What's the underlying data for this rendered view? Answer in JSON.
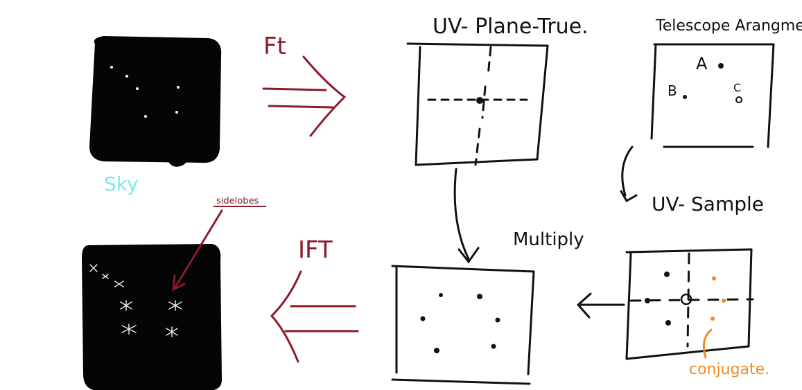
{
  "labels": {
    "sky": "Sky",
    "ft_forward": "Ft",
    "uv_plane_true": "UV- Plane-True.",
    "telescope_arrangement": "Telescope Arangment",
    "ant_a": "A",
    "ant_b": "B",
    "ant_c": "C",
    "uv_sample": "UV- Sample",
    "multiply": "Multiply",
    "ift": "IFT",
    "sidelobes": "sidelobes",
    "conjugate": "conjugate."
  },
  "colors": {
    "ink": "#111111",
    "ft_arrow": "#8b1a2b",
    "sky_label": "#7fe8f0",
    "sidelobes_label": "#8b1a2b",
    "conjugate": "#f08a24",
    "panel_fill": "#050505",
    "star": "#ffffff"
  }
}
